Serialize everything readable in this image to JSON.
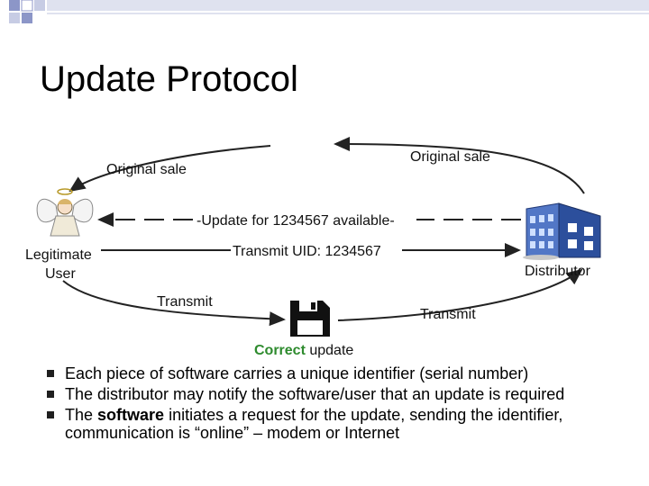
{
  "slide": {
    "title": "Update Protocol"
  },
  "diagram": {
    "label_original_sale_left": "Original sale",
    "label_original_sale_right": "Original sale",
    "label_update_available": "-Update for 1234567 available-",
    "label_transmit_uid": "Transmit UID: 1234567",
    "label_transmit_left": "Transmit",
    "label_transmit_right": "Transmit",
    "legitimate_user_line1": "Legitimate",
    "legitimate_user_line2": "User",
    "distributor_label": "Distributor",
    "correct_word": "Correct",
    "update_word": " update",
    "colors": {
      "correct_green": "#2e8b2e",
      "arrow": "#222222",
      "building_blue": "#3a5fb0"
    },
    "icons": [
      "angel-user-icon",
      "distributor-building-icon",
      "floppy-disk-icon"
    ]
  },
  "bullets": [
    {
      "parts": [
        "Each piece of software carries a unique identifier (serial number)"
      ]
    },
    {
      "parts": [
        "The distributor may notify the software/user that an update is required"
      ]
    },
    {
      "pre": "The ",
      "bold": "software",
      "post": " initiates a request for the update, sending the identifier, communication is “online” – modem or Internet"
    }
  ]
}
